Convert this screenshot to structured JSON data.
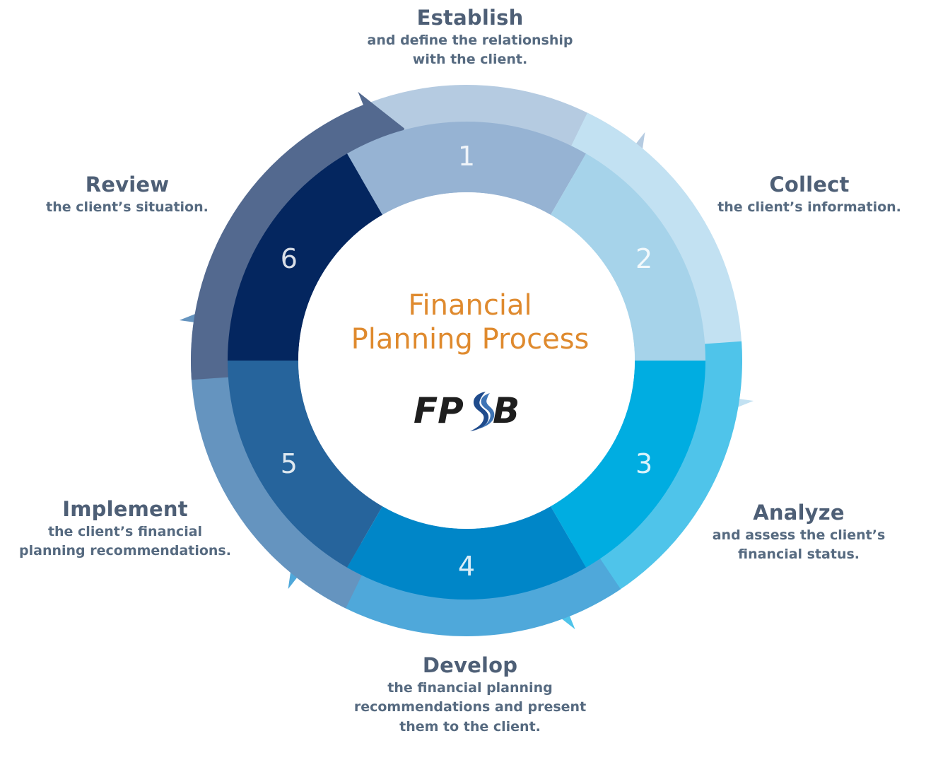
{
  "center": {
    "title": "Financial\nPlanning Process",
    "logo_left": "FP",
    "logo_right": "B",
    "logo_mark_icon": "swoosh-s-icon"
  },
  "steps": [
    {
      "number": "1",
      "title": "Establish",
      "description": "and define the relationship\nwith the client.",
      "inner_color": "#96b3d3",
      "arrow_color": "#b5cbe1"
    },
    {
      "number": "2",
      "title": "Collect",
      "description": "the client’s information.",
      "inner_color": "#a6d3ea",
      "arrow_color": "#c2e1f2"
    },
    {
      "number": "3",
      "title": "Analyze",
      "description": "and assess the client’s\nfinancial status.",
      "inner_color": "#00ade1",
      "arrow_color": "#4fc4ea"
    },
    {
      "number": "4",
      "title": "Develop",
      "description": "the financial planning\nrecommendations and present\nthem to the client.",
      "inner_color": "#0086c8",
      "arrow_color": "#4fa8da"
    },
    {
      "number": "5",
      "title": "Implement",
      "description": "the client’s financial\nplanning recommendations.",
      "inner_color": "#26649c",
      "arrow_color": "#6594bf"
    },
    {
      "number": "6",
      "title": "Review",
      "description": "the client’s situation.",
      "inner_color": "#04265f",
      "arrow_color": "#53698f"
    }
  ],
  "colors": {
    "center_title": "#df8a2e",
    "label_text": "#4f6177",
    "number_text": "#ffffff",
    "logo_text": "#1e1e1e",
    "logo_mark": "#1f4b8c"
  }
}
